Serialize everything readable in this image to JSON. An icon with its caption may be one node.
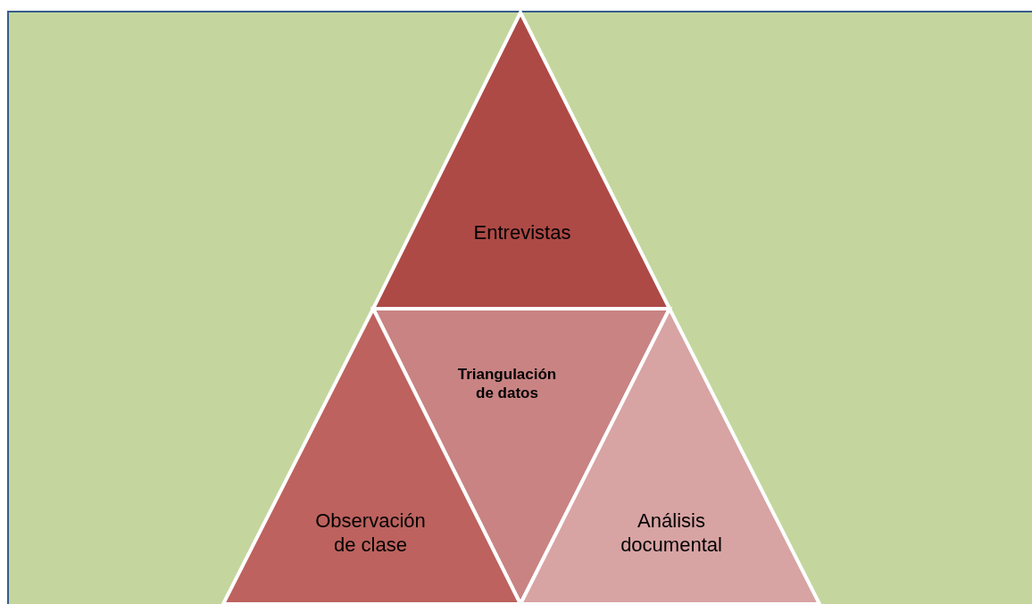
{
  "diagram": {
    "nodes": [
      {
        "text": [
          "Entrevistas"
        ]
      },
      {
        "text": [
          "Triangulación de datos"
        ]
      },
      {
        "text": [
          "Observación de clase"
        ]
      },
      {
        "text": [
          "Análisis documental"
        ]
      }
    ]
  }
}
